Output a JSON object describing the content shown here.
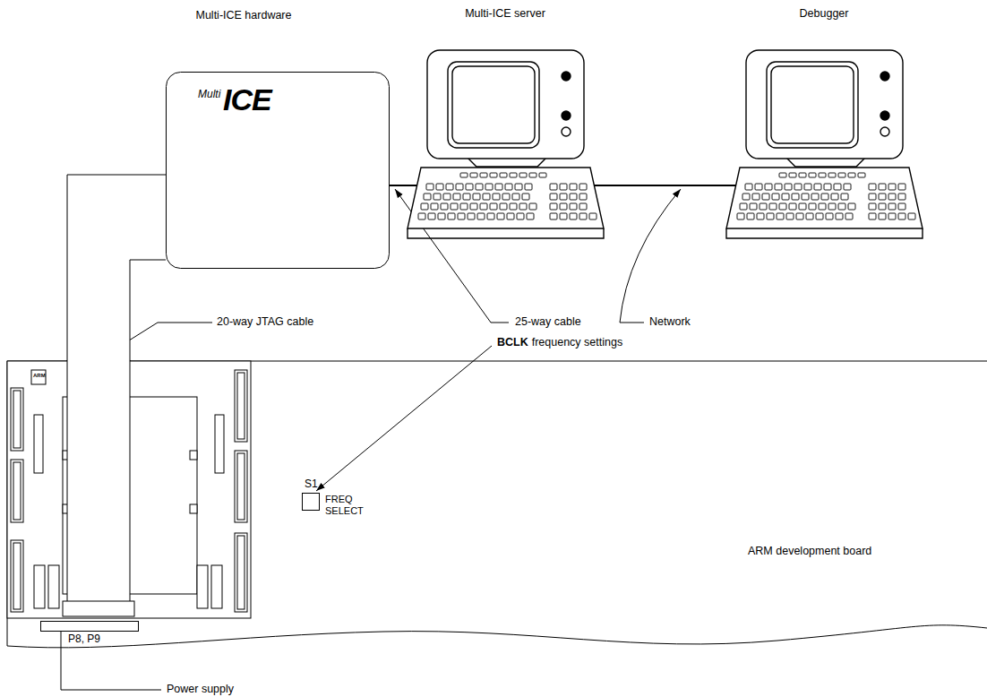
{
  "diagram": {
    "nodes": [
      {
        "text": [
          "Multi-ICE hardware",
          "Multi",
          "ICE"
        ]
      },
      {
        "text": [
          "Multi-ICE server"
        ]
      },
      {
        "text": [
          "Debugger"
        ]
      },
      {
        "text": [
          "ARM development board"
        ]
      },
      {
        "text": [
          "S1",
          "FREQ SELECT"
        ],
        "in": 3
      },
      {
        "text": [
          "P8, P9"
        ],
        "in": 3
      }
    ],
    "edges": [
      {
        "from": 0,
        "to": 1,
        "arrow": "none"
      },
      {
        "from": 1,
        "to": 2,
        "arrow": "none"
      },
      {
        "from": 0,
        "to": 3,
        "arrow": "none"
      }
    ],
    "labels": [
      "20-way JTAG cable",
      "25-way cable",
      "BCLK",
      "frequency settings",
      "Network",
      "Power supply",
      "ARM"
    ]
  }
}
